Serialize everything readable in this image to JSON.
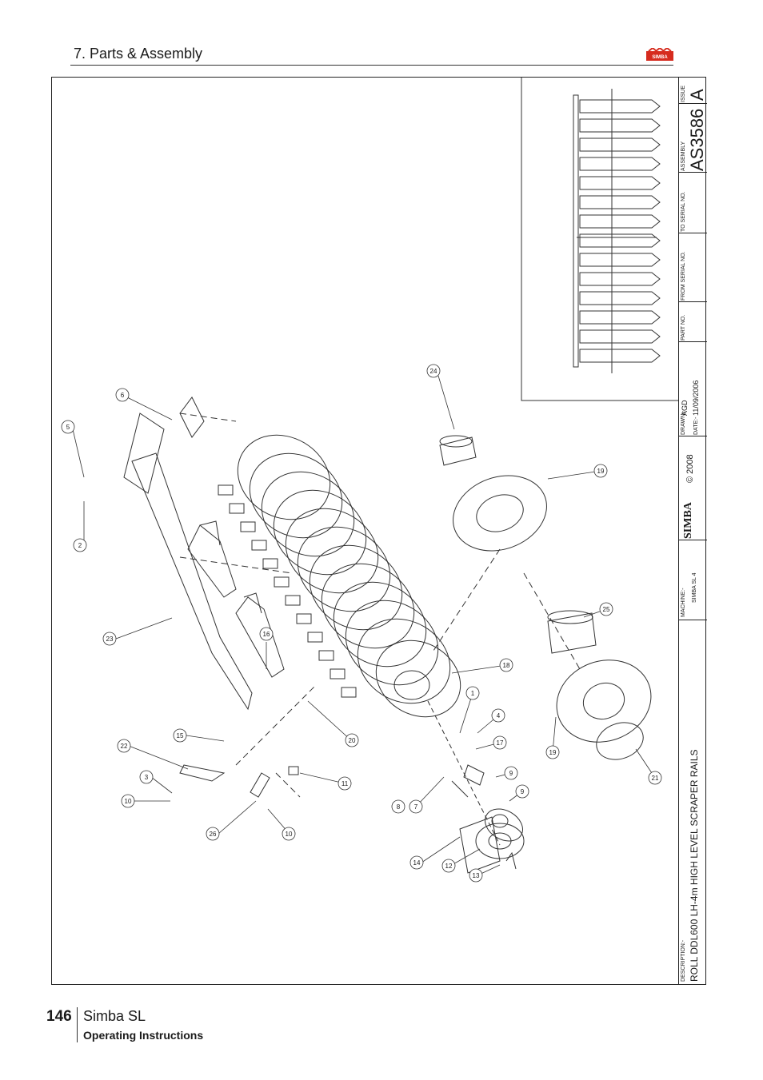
{
  "header": {
    "section_title": "7. Parts & Assembly"
  },
  "logo": {
    "text": "SIMBA",
    "color": "#d62b1e"
  },
  "title_block": {
    "issue_label": "ISSUE",
    "issue_value": "A",
    "assembly_label": "ASSEMBLY",
    "assembly_value": "AS3586",
    "to_serial_label": "TO SERIAL NO.",
    "from_serial_label": "FROM SERIAL NO.",
    "part_no_label": "PART NO.",
    "drawn_label": "DRAWN:-",
    "drawn_value": "AGD",
    "date_label": "DATE:-",
    "date_value": "11/09/2006",
    "company": "SIMBA",
    "copyright": "© 2008",
    "machine_label": "MACHINE:-",
    "machine_value": "SIMBA SL 4",
    "description_label": "DESCRIPTION:-",
    "description_value": "ROLL DDL600 LH-4m HIGH LEVEL SCRAPER RAILS"
  },
  "callouts": [
    "24",
    "6",
    "5",
    "2",
    "19",
    "23",
    "16",
    "25",
    "18",
    "1",
    "4",
    "17",
    "9",
    "9",
    "8",
    "7",
    "14",
    "12",
    "13",
    "20",
    "11",
    "22",
    "15",
    "3",
    "10",
    "26",
    "10",
    "19",
    "21"
  ],
  "footer": {
    "page_number": "146",
    "product": "Simba SL",
    "subtitle": "Operating Instructions"
  }
}
